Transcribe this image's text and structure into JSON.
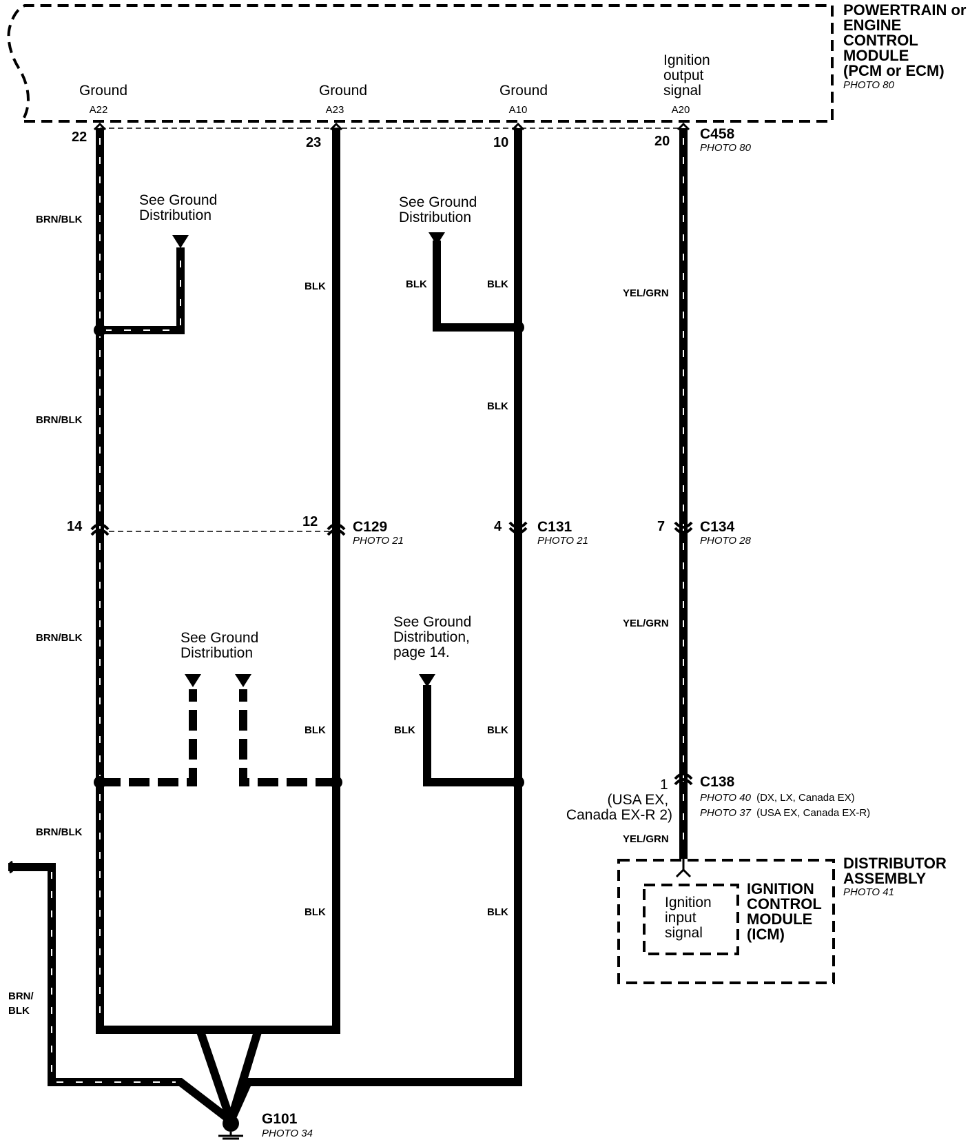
{
  "pcm": {
    "title_lines": [
      "POWERTRAIN or",
      "ENGINE",
      "CONTROL",
      "MODULE",
      "(PCM or ECM)"
    ],
    "photo": "PHOTO 80",
    "terminals": [
      {
        "label": "Ground",
        "pin": "A22"
      },
      {
        "label": "Ground",
        "pin": "A23"
      },
      {
        "label": "Ground",
        "pin": "A10"
      },
      {
        "label_lines": [
          "Ignition",
          "output",
          "signal"
        ],
        "pin": "A20"
      }
    ]
  },
  "connector_pins_top": [
    "22",
    "23",
    "10",
    "20"
  ],
  "c458": {
    "name": "C458",
    "photo": "PHOTO 80"
  },
  "wire_colors": {
    "brn_blk": "BRN/BLK",
    "blk": "BLK",
    "yel_grn": "YEL/GRN",
    "brn_blk_split": [
      "BRN/",
      "BLK"
    ]
  },
  "notes": {
    "see_ground_1": [
      "See Ground",
      "Distribution"
    ],
    "see_ground_2": [
      "See Ground",
      "Distribution"
    ],
    "see_ground_3": [
      "See Ground",
      "Distribution"
    ],
    "see_ground_4": [
      "See Ground",
      "Distribution,",
      "page 14."
    ]
  },
  "mid_connectors": {
    "pin_14": "14",
    "pin_12": "12",
    "c129": {
      "name": "C129",
      "photo": "PHOTO 21"
    },
    "pin_4": "4",
    "c131": {
      "name": "C131",
      "photo": "PHOTO 21"
    },
    "pin_7": "7",
    "c134": {
      "name": "C134",
      "photo": "PHOTO 28"
    }
  },
  "c138": {
    "pin": "1",
    "pin_note": [
      "(USA EX,",
      "Canada EX-R 2)"
    ],
    "name": "C138",
    "photo_1": "PHOTO 40",
    "photo_1_note": "(DX, LX, Canada EX)",
    "photo_2": "PHOTO 37",
    "photo_2_note": "(USA EX, Canada EX-R)"
  },
  "distributor": {
    "title_lines": [
      "DISTRIBUTOR",
      "ASSEMBLY"
    ],
    "photo": "PHOTO 41",
    "icm_lines": [
      "IGNITION",
      "CONTROL",
      "MODULE",
      "(ICM)"
    ],
    "input_lines": [
      "Ignition",
      "input",
      "signal"
    ]
  },
  "ground": {
    "name": "G101",
    "photo": "PHOTO 34"
  }
}
